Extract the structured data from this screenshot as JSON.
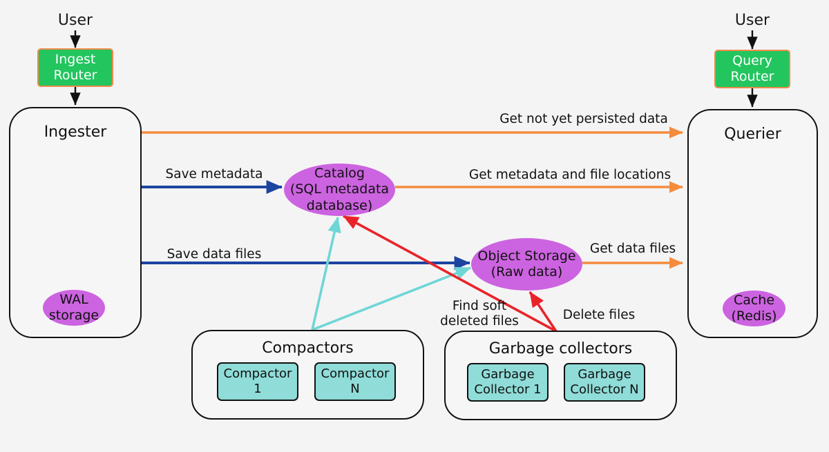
{
  "diagram": {
    "title": "InfluxDB IOx architecture data flow",
    "background_color": "#f4f4f4",
    "colors": {
      "router_fill": "#22c55e",
      "router_border": "#f08a4b",
      "purple_node": "#cc63e0",
      "teal_node": "#8fdcd8",
      "orange_edge": "#f58b3c",
      "blue_edge": "#1c44a0",
      "cyan_edge": "#6fd6d6",
      "red_edge": "#e8242a",
      "black_edge": "#111111",
      "container_fill": "#f6f6f6"
    }
  },
  "nodes": {
    "user_left": {
      "label": "User"
    },
    "user_right": {
      "label": "User"
    },
    "ingest_router": {
      "label": "Ingest\nRouter"
    },
    "query_router": {
      "label": "Query\nRouter"
    },
    "ingester": {
      "label": "Ingester"
    },
    "querier": {
      "label": "Querier"
    },
    "wal_storage": {
      "label": "WAL\nstorage"
    },
    "cache_redis": {
      "label": "Cache\n(Redis)"
    },
    "catalog": {
      "label": "Catalog\n(SQL metadata\ndatabase)"
    },
    "object_storage": {
      "label": "Object Storage\n(Raw data)"
    },
    "compactors_group": {
      "label": "Compactors"
    },
    "compactor_1": {
      "label": "Compactor\n1"
    },
    "compactor_n": {
      "label": "Compactor\nN"
    },
    "garbage_collectors_group": {
      "label": "Garbage collectors"
    },
    "garbage_collector_1": {
      "label": "Garbage\nCollector 1"
    },
    "garbage_collector_n": {
      "label": "Garbage\nCollector N"
    }
  },
  "edges": [
    {
      "id": "user-to-ingest-router",
      "label": "",
      "color": "#111111",
      "from": "user_left",
      "to": "ingest_router"
    },
    {
      "id": "ingest-router-to-ingester",
      "label": "",
      "color": "#111111",
      "from": "ingest_router",
      "to": "ingester"
    },
    {
      "id": "user-to-query-router",
      "label": "",
      "color": "#111111",
      "from": "user_right",
      "to": "query_router"
    },
    {
      "id": "query-router-to-querier",
      "label": "",
      "color": "#111111",
      "from": "query_router",
      "to": "querier"
    },
    {
      "id": "ingester-to-querier-not-persisted",
      "label": "Get not yet persisted data",
      "color": "#f58b3c",
      "from": "ingester",
      "to": "querier"
    },
    {
      "id": "ingester-to-catalog-save-metadata",
      "label": "Save metadata",
      "color": "#1c44a0",
      "from": "ingester",
      "to": "catalog"
    },
    {
      "id": "catalog-to-querier-get-metadata",
      "label": "Get metadata and file locations",
      "color": "#f58b3c",
      "from": "catalog",
      "to": "querier"
    },
    {
      "id": "ingester-to-object-storage-save-data-files",
      "label": "Save data files",
      "color": "#1c44a0",
      "from": "ingester",
      "to": "object_storage"
    },
    {
      "id": "object-storage-to-querier-get-data-files",
      "label": "Get data files",
      "color": "#f58b3c",
      "from": "object_storage",
      "to": "querier"
    },
    {
      "id": "compactors-to-catalog",
      "label": "",
      "color": "#6fd6d6",
      "from": "compactors_group",
      "to": "catalog"
    },
    {
      "id": "compactors-to-object-storage",
      "label": "",
      "color": "#6fd6d6",
      "from": "compactors_group",
      "to": "object_storage"
    },
    {
      "id": "garbage-collectors-to-catalog-find-soft-deleted",
      "label": "Find soft\ndeleted files",
      "color": "#e8242a",
      "from": "garbage_collectors_group",
      "to": "catalog"
    },
    {
      "id": "garbage-collectors-to-object-storage-delete",
      "label": "Delete files",
      "color": "#e8242a",
      "from": "garbage_collectors_group",
      "to": "object_storage"
    }
  ],
  "edge_labels": {
    "get_not_yet_persisted_data": "Get not yet persisted data",
    "save_metadata": "Save metadata",
    "get_metadata_and_file_locations": "Get metadata and file locations",
    "save_data_files": "Save data files",
    "get_data_files": "Get data files",
    "find_soft_deleted_files": "Find soft\ndeleted files",
    "delete_files": "Delete files"
  }
}
